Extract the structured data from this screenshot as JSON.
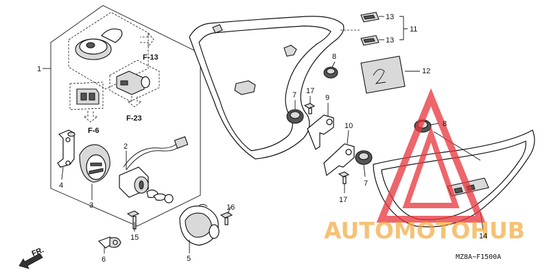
{
  "callouts": [
    {
      "id": "c1",
      "text": "1"
    },
    {
      "id": "c2",
      "text": "2"
    },
    {
      "id": "c3",
      "text": "3"
    },
    {
      "id": "c4",
      "text": "4"
    },
    {
      "id": "c5",
      "text": "5"
    },
    {
      "id": "c6",
      "text": "6"
    },
    {
      "id": "c7a",
      "text": "7"
    },
    {
      "id": "c7b",
      "text": "7"
    },
    {
      "id": "c8a",
      "text": "8"
    },
    {
      "id": "c8b",
      "text": "8"
    },
    {
      "id": "c9",
      "text": "9"
    },
    {
      "id": "c10",
      "text": "10"
    },
    {
      "id": "c11",
      "text": "11"
    },
    {
      "id": "c12",
      "text": "12"
    },
    {
      "id": "c13a",
      "text": "13"
    },
    {
      "id": "c13b",
      "text": "13"
    },
    {
      "id": "c14",
      "text": "14"
    },
    {
      "id": "c15",
      "text": "15"
    },
    {
      "id": "c16",
      "text": "16"
    },
    {
      "id": "c17a",
      "text": "17"
    },
    {
      "id": "c17b",
      "text": "17"
    }
  ],
  "references": {
    "f13": "F-13",
    "f23": "F-23",
    "f6": "F-6"
  },
  "direction_label": "FR.",
  "diagram_code": "MZ8A−F1500A",
  "watermark": {
    "text": "AUTOMOTOHUB",
    "color_primary": "#f2a93b",
    "color_secondary": "#e8343a"
  }
}
